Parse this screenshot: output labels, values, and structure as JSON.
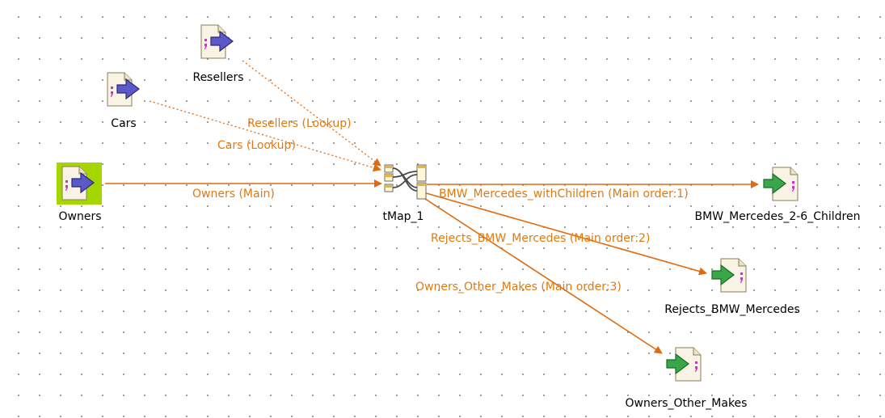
{
  "colors": {
    "link": "#e06a10",
    "link_label": "#e07a10",
    "input_arrow": "#5b58c8",
    "output_arrow": "#3aa64a",
    "selected_bg": "#a6d600",
    "file_accent": "#cc33cc"
  },
  "nodes": {
    "resellers": {
      "label": "Resellers",
      "icon": "file-input-icon"
    },
    "cars": {
      "label": "Cars",
      "icon": "file-input-icon"
    },
    "owners": {
      "label": "Owners",
      "icon": "file-input-icon",
      "selected": true
    },
    "tmap": {
      "label": "tMap_1",
      "icon": "tmap-icon"
    },
    "bmw_children": {
      "label": "BMW_Mercedes_2-6_Children",
      "icon": "file-output-icon"
    },
    "rejects": {
      "label": "Rejects_BMW_Mercedes",
      "icon": "file-output-icon"
    },
    "other_makes": {
      "label": "Owners_Other_Makes",
      "icon": "file-output-icon"
    }
  },
  "links": {
    "resellers_lookup": {
      "label": "Resellers (Lookup)",
      "style": "dotted"
    },
    "cars_lookup": {
      "label": "Cars (Lookup)",
      "style": "dotted"
    },
    "owners_main": {
      "label": "Owners (Main)",
      "style": "solid"
    },
    "bmw_children_out": {
      "label": "BMW_Mercedes_withChildren (Main order:1)",
      "style": "solid"
    },
    "rejects_out": {
      "label": "Rejects_BMW_Mercedes (Main order:2)",
      "style": "solid"
    },
    "other_makes_out": {
      "label": "Owners_Other_Makes (Main order:3)",
      "style": "solid"
    }
  }
}
